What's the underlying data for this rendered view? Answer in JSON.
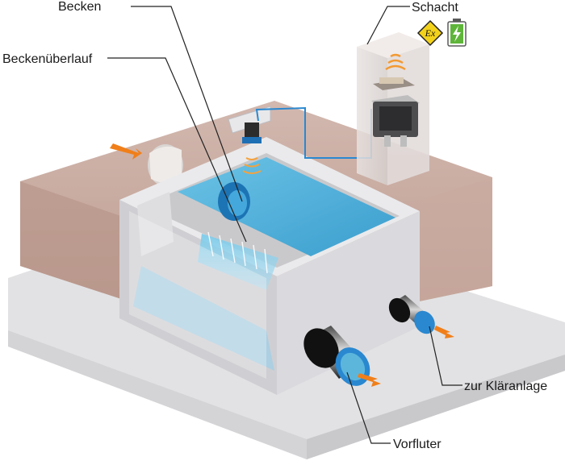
{
  "labels": {
    "becken": "Becken",
    "beckenueberlauf": "Beckenüberlauf",
    "schacht": "Schacht",
    "zur_klaeranlage": "zur Kläranlage",
    "vorfluter": "Vorfluter",
    "ex_symbol": "Ex"
  },
  "colors": {
    "soil": "#c8aca3",
    "soil_dark": "#b39286",
    "concrete_top": "#e9e9eb",
    "concrete_side": "#d3d3d6",
    "concrete_front": "#c4c4c8",
    "ground": "#e1e1e3",
    "ground_edge": "#c7c7ca",
    "water": "#5cb6dc",
    "water_deep": "#3a9fcf",
    "cable": "#2a88d0",
    "flow_arrow": "#f07f1a",
    "ex_yellow": "#f3d21c",
    "battery_green": "#5fb53a"
  },
  "icons": [
    "radar-wave-icon",
    "ex-atex-icon",
    "battery-charging-icon",
    "flow-arrow-icon"
  ]
}
